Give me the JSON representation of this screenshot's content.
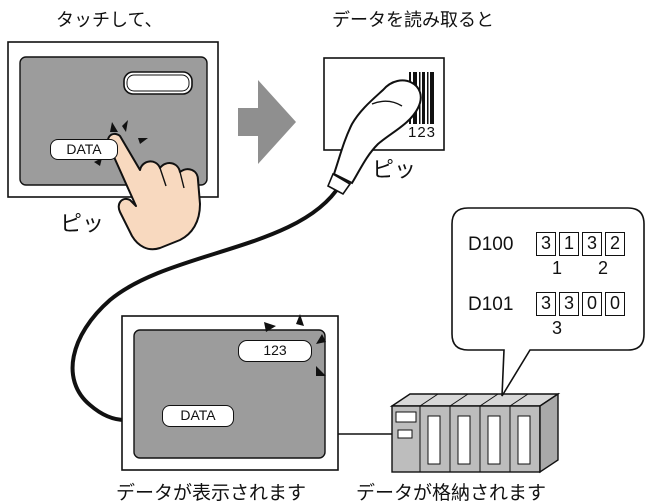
{
  "captions": {
    "touch": "タッチして、",
    "read": "データを読み取ると",
    "beep1": "ピッ",
    "beep2": "ピッ",
    "displayed": "データが表示されます",
    "stored": "データが格納されます"
  },
  "panel_top": {
    "button_label": "DATA"
  },
  "panel_bottom": {
    "value_display": "123",
    "button_label": "DATA"
  },
  "barcode": {
    "digits": "123"
  },
  "registers": [
    {
      "name": "D100",
      "cells": [
        "3",
        "1",
        "3",
        "2"
      ],
      "notes": [
        "1",
        "2"
      ]
    },
    {
      "name": "D101",
      "cells": [
        "3",
        "3",
        "0",
        "0"
      ],
      "notes": [
        "3"
      ]
    }
  ],
  "colors": {
    "screen_gray": "#9c9c9c",
    "arrow_gray": "#8f8f8f",
    "skin": "#f8d9bf",
    "outline": "#111111"
  }
}
